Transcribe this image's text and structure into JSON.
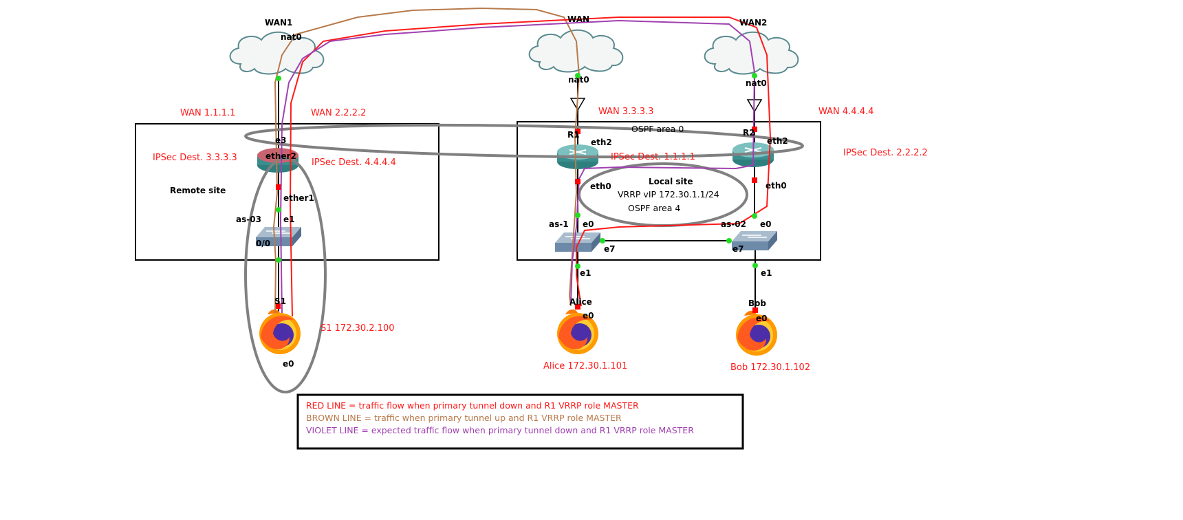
{
  "clouds": {
    "wan1": "WAN1",
    "wan": "WAN",
    "wan2": "WAN2"
  },
  "interfaces": {
    "wan1_nat0": "nat0",
    "wan_nat0": "nat0",
    "wan2_nat0": "nat0",
    "remote_e3": "e3",
    "remote_ether2": "ether2",
    "remote_ether1": "ether1",
    "as03_name": "as-03",
    "as03_e1": "e1",
    "as03_00": "0/0",
    "s1_name": "S1",
    "s1_e0": "e0",
    "r1_name": "R1",
    "r1_eth2": "eth2",
    "r1_eth0": "eth0",
    "r2_name": "R2",
    "r2_eth2": "eth2",
    "r2_eth0": "eth0",
    "as1_name": "as-1",
    "as1_e0": "e0",
    "as1_e7": "e7",
    "as1_e1": "e1",
    "as02_name": "as-02",
    "as02_e0": "e0",
    "as02_e7": "e7",
    "as02_e1": "e1",
    "alice_name": "Alice",
    "alice_e0": "e0",
    "bob_name": "Bob",
    "bob_e0": "e0"
  },
  "annotations": {
    "wan_1111": "WAN 1.1.1.1",
    "wan_2222": "WAN 2.2.2.2",
    "wan_3333": "WAN 3.3.3.3",
    "wan_4444": "WAN 4.4.4.4",
    "ipsec_3333": "IPSec Dest. 3.3.3.3",
    "ipsec_4444": "IPSec Dest. 4.4.4.4",
    "ipsec_1111": "IPSec Dest. 1.1.1.1",
    "ipsec_2222": "IPSec Dest. 2.2.2.2",
    "remote_site": "Remote site",
    "ospf_area0": "OSPF area 0",
    "local_site": "Local site",
    "vrrp_vip": "VRRP vIP 172.30.1.1/24",
    "ospf_area4": "OSPF area 4",
    "s1_ip": "S1 172.30.2.100",
    "alice_ip": "Alice 172.30.1.101",
    "bob_ip": "Bob 172.30.1.102"
  },
  "legend": {
    "red": "RED LINE = traffic flow when primary tunnel down and R1 VRRP role MASTER",
    "brown": "BROWN LINE = traffic when primary tunnel up and R1 VRRP role MASTER",
    "violet": "VIOLET LINE = expected traffic flow when primary tunnel down and R1 VRRP role MASTER"
  },
  "colors": {
    "red_line": "#ff1a1a",
    "brown_line": "#b87a4b",
    "violet_line": "#a040b0",
    "link_up": "#22dd22",
    "link_down": "#ff0000",
    "ellipse": "#808080"
  }
}
